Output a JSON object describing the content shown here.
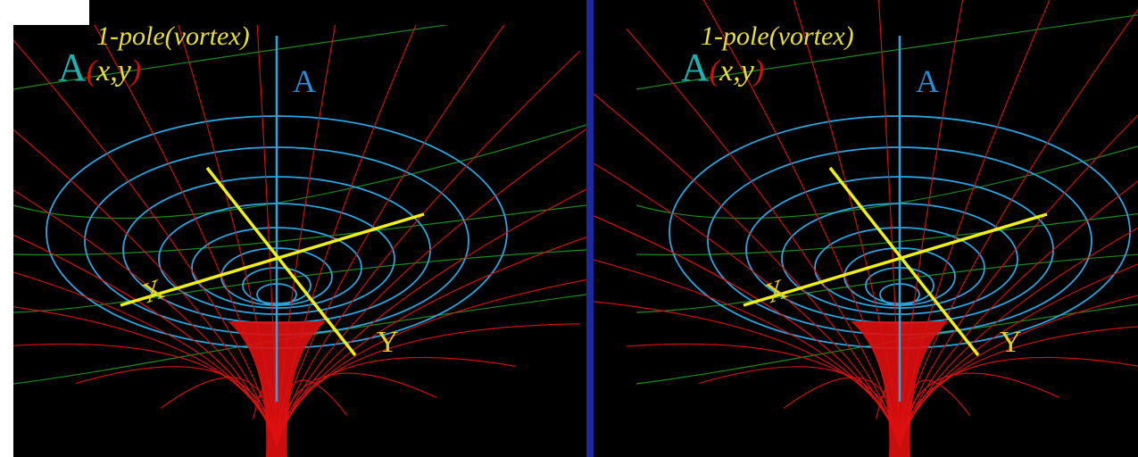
{
  "figure": {
    "background_color": "#000000",
    "frame_color": "#ffffff",
    "divider_color": "#1a2a9c",
    "colors": {
      "cyan_surface": "#2aa6e0",
      "red_lines": "#e01010",
      "green_lines": "#1e8a1e",
      "yellow_axes": "#f0f018",
      "title_text": "#e8e030",
      "big_a": "#20b0b0",
      "paren": "#d01010",
      "axis_label_a": "#2a8cd4",
      "axis_label_y": "#e8d020"
    }
  },
  "panels": [
    {
      "name": "left-panel",
      "title": "1-pole(vortex)",
      "func_letter": "A",
      "paren_open": "(",
      "func_args": "x,y",
      "paren_close": ")",
      "axis_a_label": "A",
      "axis_y_label": "Y",
      "axis_x_label": "X"
    },
    {
      "name": "right-panel",
      "title": "1-pole(vortex)",
      "func_letter": "A",
      "paren_open": "(",
      "func_args": "x,y",
      "paren_close": ")",
      "axis_a_label": "A",
      "axis_y_label": "Y",
      "axis_x_label": "X"
    }
  ]
}
